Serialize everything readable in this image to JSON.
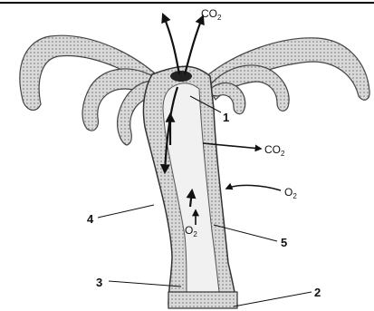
{
  "diagram": {
    "labels": {
      "co2_top": "CO",
      "co2_top_sub": "2",
      "co2_side": "CO",
      "co2_side_sub": "2",
      "o2_right": "O",
      "o2_right_sub": "2",
      "o2_inner": "O",
      "o2_inner_sub": "2"
    },
    "callouts": {
      "c1": "1",
      "c2": "2",
      "c3": "3",
      "c4": "4",
      "c5": "5"
    }
  }
}
